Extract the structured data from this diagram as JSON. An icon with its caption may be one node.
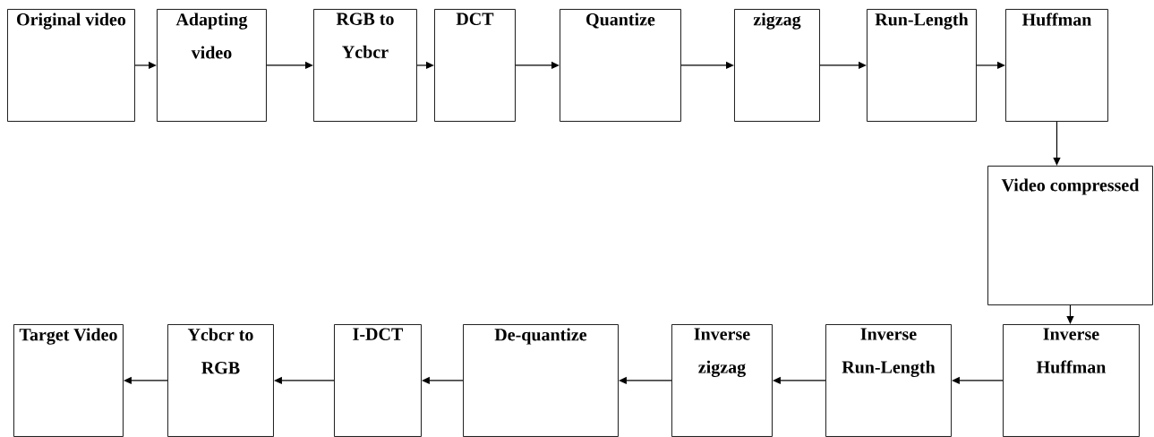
{
  "diagram": {
    "nodes": [
      {
        "text": [
          "Original video"
        ]
      },
      {
        "text": [
          "Adapting video"
        ]
      },
      {
        "text": [
          "RGB to Ycbcr"
        ]
      },
      {
        "text": [
          "DCT"
        ]
      },
      {
        "text": [
          "Quantize"
        ]
      },
      {
        "text": [
          "zigzag"
        ]
      },
      {
        "text": [
          "Run-Length"
        ]
      },
      {
        "text": [
          "Huffman"
        ]
      },
      {
        "text": [
          "Video compressed"
        ]
      },
      {
        "text": [
          "Inverse Huffman"
        ]
      },
      {
        "text": [
          "Inverse Run-Length"
        ]
      },
      {
        "text": [
          "Inverse zigzag"
        ]
      },
      {
        "text": [
          "De-quantize"
        ]
      },
      {
        "text": [
          "I-DCT"
        ]
      },
      {
        "text": [
          "Ycbcr to RGB"
        ]
      },
      {
        "text": [
          "Target Video"
        ]
      }
    ],
    "edges": [
      {
        "from": 0,
        "to": 1,
        "arrow": "to"
      },
      {
        "from": 1,
        "to": 2,
        "arrow": "to"
      },
      {
        "from": 2,
        "to": 3,
        "arrow": "to"
      },
      {
        "from": 3,
        "to": 4,
        "arrow": "to"
      },
      {
        "from": 4,
        "to": 5,
        "arrow": "to"
      },
      {
        "from": 5,
        "to": 6,
        "arrow": "to"
      },
      {
        "from": 6,
        "to": 7,
        "arrow": "to"
      },
      {
        "from": 7,
        "to": 8,
        "arrow": "to"
      },
      {
        "from": 8,
        "to": 9,
        "arrow": "to"
      },
      {
        "from": 9,
        "to": 10,
        "arrow": "to"
      },
      {
        "from": 10,
        "to": 11,
        "arrow": "to"
      },
      {
        "from": 11,
        "to": 12,
        "arrow": "to"
      },
      {
        "from": 12,
        "to": 13,
        "arrow": "to"
      },
      {
        "from": 13,
        "to": 14,
        "arrow": "to"
      },
      {
        "from": 14,
        "to": 15,
        "arrow": "to"
      }
    ]
  }
}
